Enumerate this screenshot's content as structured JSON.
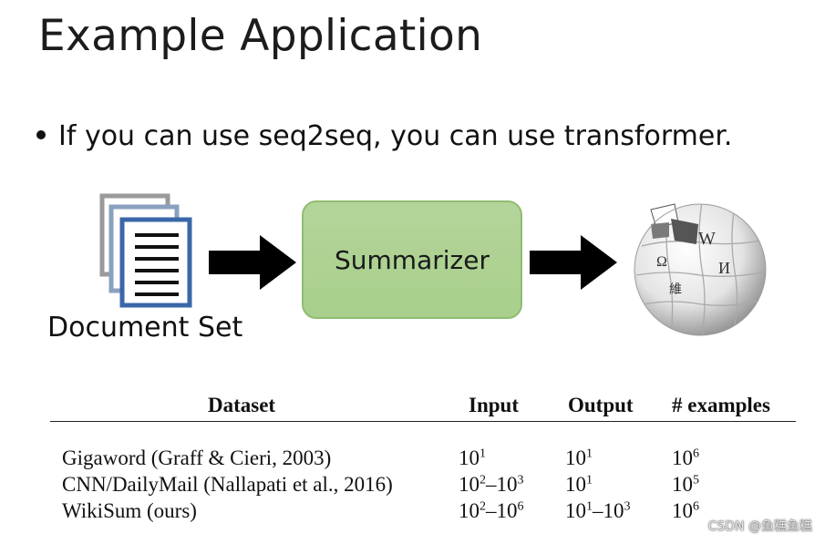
{
  "slide": {
    "title": "Example Application",
    "bullet": "If you can use seq2seq, you can use transformer."
  },
  "diagram": {
    "input_label": "Document Set",
    "process_label": "Summarizer",
    "input_icon": "document-stack-icon",
    "output_icon": "wikipedia-globe-icon",
    "globe_glyphs": [
      "W",
      "Ω",
      "И",
      "維"
    ],
    "box_color": "#a8cf8b"
  },
  "table": {
    "headers": {
      "dataset": "Dataset",
      "input": "Input",
      "output": "Output",
      "examples": "# examples"
    },
    "rows": [
      {
        "dataset": "Gigaword (Graff & Cieri, 2003)",
        "input": {
          "base": "10",
          "exp": "1",
          "base2": "",
          "exp2": ""
        },
        "output": {
          "base": "10",
          "exp": "1",
          "base2": "",
          "exp2": ""
        },
        "examples": {
          "base": "10",
          "exp": "6"
        }
      },
      {
        "dataset": "CNN/DailyMail (Nallapati et al., 2016)",
        "input": {
          "base": "10",
          "exp": "2",
          "base2": "–10",
          "exp2": "3"
        },
        "output": {
          "base": "10",
          "exp": "1",
          "base2": "",
          "exp2": ""
        },
        "examples": {
          "base": "10",
          "exp": "5"
        }
      },
      {
        "dataset": "WikiSum (ours)",
        "input": {
          "base": "10",
          "exp": "2",
          "base2": "–10",
          "exp2": "6"
        },
        "output": {
          "base": "10",
          "exp": "1",
          "base2": "–10",
          "exp2": "3"
        },
        "examples": {
          "base": "10",
          "exp": "6"
        }
      }
    ]
  },
  "watermark": "CSDN @鱼糕鱼糕"
}
